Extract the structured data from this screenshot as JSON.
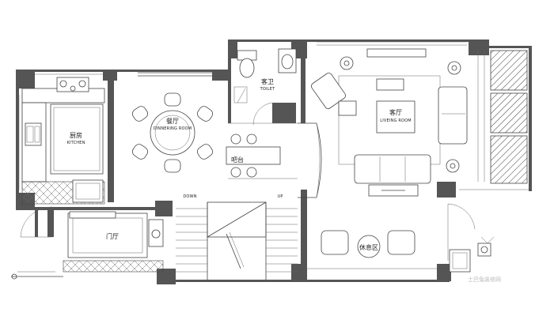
{
  "rooms": {
    "kitchen": {
      "zh": "厨房",
      "en": "KITCHEN"
    },
    "dining": {
      "zh": "餐厅",
      "en": "DINNERING ROOM"
    },
    "toilet": {
      "zh": "客卫",
      "en": "TOILET"
    },
    "living": {
      "zh": "客厅",
      "en": "LIVEING ROOM"
    },
    "bar": {
      "zh": "吧台"
    },
    "foyer": {
      "zh": "门厅"
    },
    "rest": {
      "zh": "休息区"
    }
  },
  "stairs": {
    "down": "DOWN",
    "up": "UP"
  },
  "watermark": "土巴兔装修网",
  "colors": {
    "wall": "#555555",
    "line": "#444444",
    "hatch": "#444444"
  }
}
